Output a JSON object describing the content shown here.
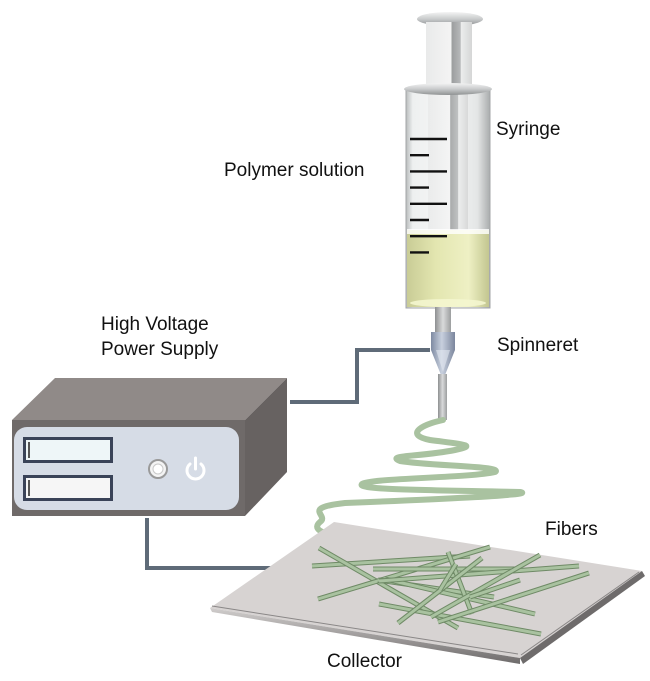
{
  "diagram": {
    "title": "Electrospinning setup",
    "labels": {
      "syringe": "Syringe",
      "polymer_solution": "Polymer solution",
      "power_supply_line1": "High Voltage",
      "power_supply_line2": "Power Supply",
      "spinneret": "Spinneret",
      "fibers": "Fibers",
      "collector": "Collector"
    },
    "components": [
      {
        "id": "syringe",
        "icon": "syringe-icon"
      },
      {
        "id": "polymer-solution",
        "icon": "liquid-fill"
      },
      {
        "id": "spinneret",
        "icon": "needle-icon"
      },
      {
        "id": "power-supply",
        "icon": "power-supply-box"
      },
      {
        "id": "power-button",
        "icon": "power-icon"
      },
      {
        "id": "fiber-jet",
        "icon": "spiral-jet"
      },
      {
        "id": "collector",
        "icon": "collector-plate"
      }
    ],
    "syringe_graduation_count": 8,
    "colors": {
      "solution": "#e3e6b0",
      "fiber": "#a9c2a0",
      "fiber_dark": "#6f8a66",
      "wire": "#5f6b78",
      "box_top": "#908a88",
      "box_side": "#676261",
      "box_front": "#6f6a69",
      "panel": "#d6dce6",
      "collector": "#d7d3d2",
      "needle": "#9aa6bd"
    }
  }
}
